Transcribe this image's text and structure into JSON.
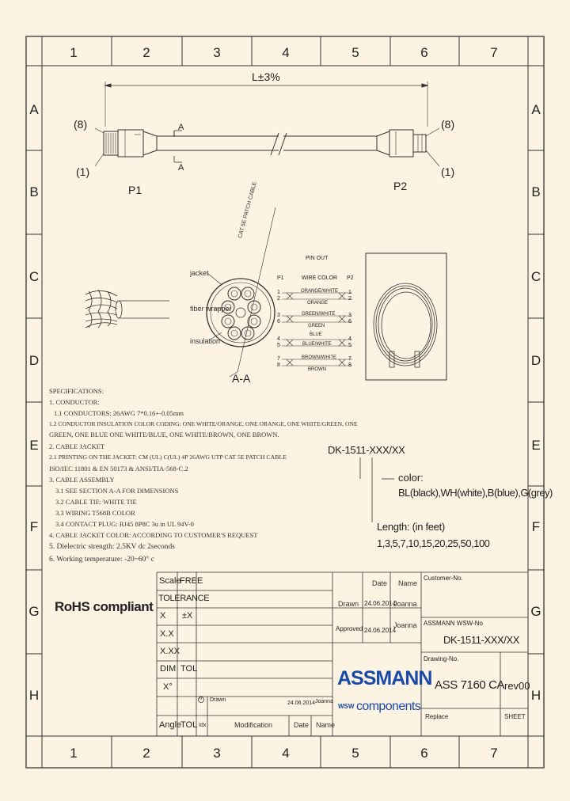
{
  "frame": {
    "columns": [
      "1",
      "2",
      "3",
      "4",
      "5",
      "6",
      "7"
    ],
    "rows": [
      "A",
      "B",
      "C",
      "D",
      "E",
      "F",
      "G",
      "H"
    ]
  },
  "drawing": {
    "length_label": "L±3%",
    "pin8_left": "(8)",
    "pin1_left": "(1)",
    "pin8_right": "(8)",
    "pin1_right": "(1)",
    "plug_left": "P1",
    "plug_right": "P2",
    "section_mark_top": "A",
    "section_mark_bottom": "A",
    "section_label": "A-A",
    "section_callouts": [
      "jacket",
      "fiber wrapper",
      "insulation"
    ],
    "cable_print_text": "CAT 5E PATCH CABLE"
  },
  "pinout": {
    "title": "PIN OUT",
    "header_p1": "P1",
    "header_wire": "WIRE COLOR",
    "header_p2": "P2",
    "pins": [
      "1",
      "2",
      "3",
      "6",
      "4",
      "5",
      "7",
      "8"
    ],
    "wires": [
      "ORANGE/WHITE",
      "ORANGE",
      "GREEN/WHITE",
      "GREEN",
      "BLUE",
      "BLUE/WHITE",
      "BROWN/WHITE",
      "BROWN"
    ]
  },
  "specs": [
    "SPECIFICATIONS:",
    "1. CONDUCTOR:",
    "1.1 CONDUCTORS: 26AWG 7*0.16+-0.05mm",
    "1.2 CONDUCTOR INSULATION COLOR CODING: ONE WHITE/ORANGE, ONE ORANGE, ONE WHITE/GREEN, ONE",
    "GREEN, ONE BLUE ONE WHITE/BLUE, ONE WHITE/BROWN, ONE BROWN.",
    "2. CABLE JACKET",
    "2.1     PRINTING ON THE JACKET:              CM (UL) C(UL) 4P 26AWG               UTP CAT 5E PATCH CABLE",
    "ISO/IEC 11801 & EN 50173 & ANSI/TIA-568-C.2",
    "3. CABLE ASSEMBLY",
    "3.1   SEE SECTION A-A FOR DIMENSIONS",
    "3.2  CABLE TIE: WHITE TIE",
    "3.3  WIRING T568B COLOR",
    "3.4 CONTACT PLUG: RJ45 8P8C 3u  in  UL 94V-0",
    "4. CABLE JACKET COLOR: ACCORDING TO CUSTOMER'S REQUEST",
    "5. Dielectric strength: 2.5KV dc 2seconds",
    "6. Working temperature: -20~60° c"
  ],
  "part": {
    "code": "DK-1511-XXX/XX",
    "color_label": "color:",
    "color_values": "BL(black),WH(white),B(blue),G(grey)",
    "length_label": "Length: (in feet)",
    "length_values": "1,3,5,7,10,15,20,25,50,100"
  },
  "title_block": {
    "rohs": "RoHS compliant",
    "scale_label": "Scale",
    "scale_value": "FREE",
    "tolerance": "TOLERANCE",
    "tol_rows": [
      [
        "X",
        "±X"
      ],
      [
        "X.X",
        ""
      ],
      [
        "X.XX",
        ""
      ],
      [
        "DIM",
        "TOL"
      ],
      [
        "X°",
        ""
      ],
      [
        "Angle",
        "TOL"
      ]
    ],
    "drawn_label": "Drawn",
    "drawn_date": "24.06.2014",
    "drawn_name": "Joanna",
    "approved_label": "Approved",
    "approved_date": "24.06.2014",
    "approved_name": "Joanna",
    "date_header": "Date",
    "name_header": "Name",
    "customer_no_label": "Customer-No.",
    "assmann_no_label": "ASSMANN WSW-No",
    "assmann_no": "DK-1511-XXX/XX",
    "drawing_no_label": "Drawing-No.",
    "drawing_no": "ASS 7160 CA",
    "rev": "rev00",
    "replace_label": "Replace",
    "sheet_label": "SHEET",
    "logo_top": "ASSMANN",
    "logo_bottom_prefix": "WSW",
    "logo_bottom": "components",
    "rev_marker": "0",
    "rev_entry": "Drawn",
    "rev_date": "24.06.2014",
    "rev_name": "Joanna",
    "rev_idx_header": "Idx",
    "modification_header": "Modification",
    "rev_date_header": "Date",
    "rev_name_header": "Name"
  },
  "colors": {
    "background": "#fdf3e2",
    "frame": "#333333",
    "logo_blue": "#1a4aa8"
  }
}
